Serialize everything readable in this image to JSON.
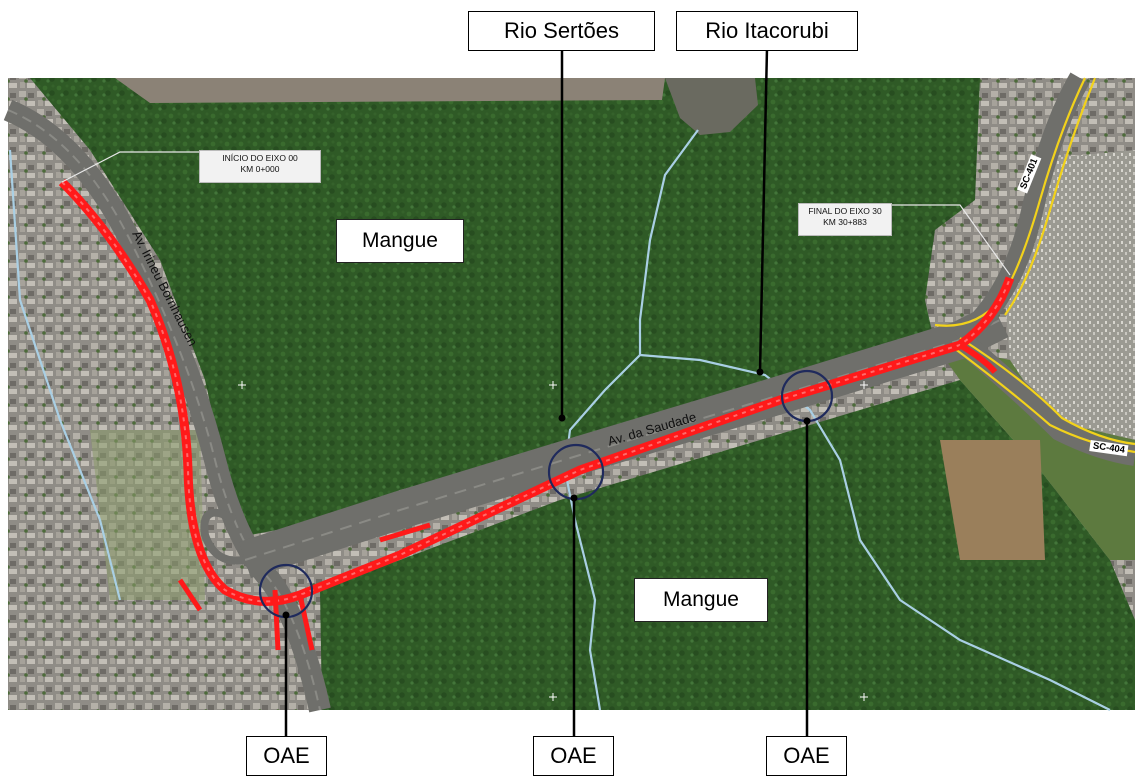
{
  "callouts": {
    "top": [
      {
        "id": "rio-sertoes",
        "label": "Rio Sertões"
      },
      {
        "id": "rio-itacorubi",
        "label": "Rio Itacorubi"
      }
    ],
    "bottom": [
      {
        "id": "oae-1",
        "label": "OAE"
      },
      {
        "id": "oae-2",
        "label": "OAE"
      },
      {
        "id": "oae-3",
        "label": "OAE"
      }
    ]
  },
  "map_labels": {
    "mangue_north": "Mangue",
    "mangue_south": "Mangue"
  },
  "tags": {
    "start": {
      "line1": "INÍCIO DO EIXO 00",
      "line2": "KM 0+000"
    },
    "end": {
      "line1": "FINAL DO EIXO 30",
      "line2": "KM 30+883"
    }
  },
  "roads": {
    "irineu": "Av. Irineu Bornhausen",
    "saudade": "Av. da Saudade",
    "sc401": "SC-401",
    "sc404": "SC-404"
  },
  "colors": {
    "mangrove": "#2f5a26",
    "alignment": "#ff1a1a",
    "river": "#a9cfe4",
    "highway_yellow": "#f2d21b",
    "road_gray": "#6f6f6b",
    "urban": "#9a9790",
    "oae_ring": "#1f2a5c"
  }
}
